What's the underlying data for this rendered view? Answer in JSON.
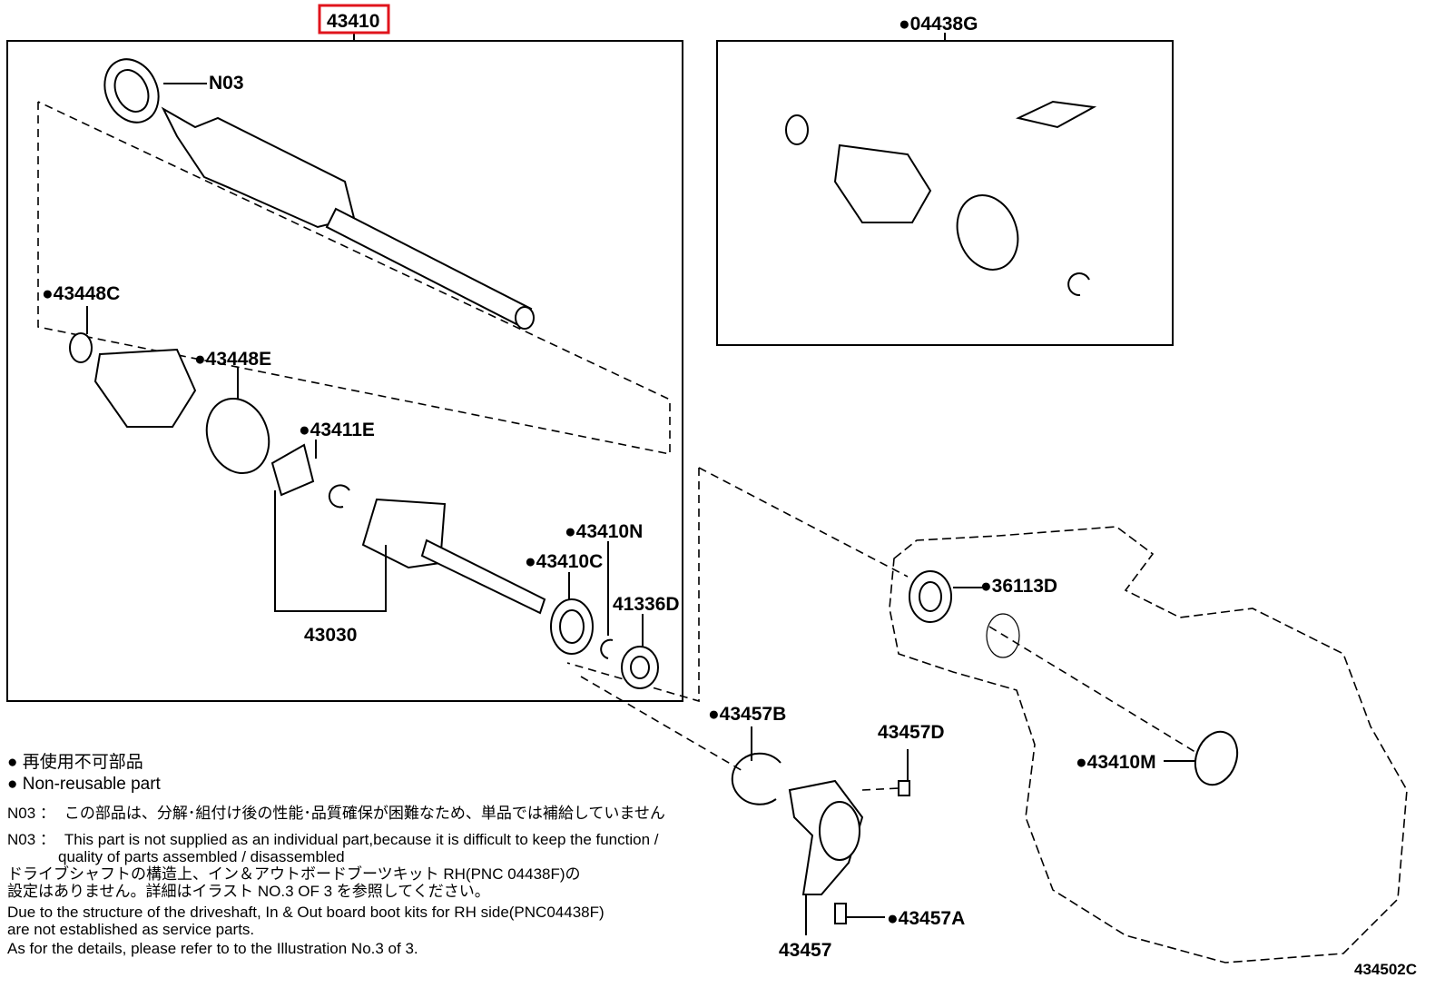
{
  "diagram": {
    "illustration_number": "434502C",
    "highlight_color": "#e0141c",
    "labels": {
      "assy": "43410",
      "n03": "N03",
      "boot_kit": "●04438G",
      "clamp_c": "●43448C",
      "clamp_e": "●43448E",
      "snap_ring_e": "●43411E",
      "inboard_joint": "43030",
      "snap_ring_n": "●43410N",
      "seal_c": "●43410C",
      "bearing": "41336D",
      "oil_seal": "●36113D",
      "ring_b": "●43457B",
      "bolt_d": "43457D",
      "seal_m": "●43410M",
      "bolt_a": "●43457A",
      "bracket": "43457"
    }
  },
  "notes": {
    "legend_jp": "● 再使用不可部品",
    "legend_en": "● Non-reusable part",
    "n03_code": "N03 ：",
    "n03_jp": "この部品は、分解･組付け後の性能･品質確保が困難なため、単品では補給していません",
    "n03_en_1": "This part is not supplied as an individual part,because it is difficult to keep the function /",
    "n03_en_2": "quality of parts assembled / disassembled",
    "rh_jp_1": "ドライブシャフトの構造上、イン＆アウトボードブーツキット RH(PNC 04438F)の",
    "rh_jp_2": "設定はありません。詳細はイラスト NO.3 OF 3 を参照してください。",
    "rh_en_1": "Due to the structure of the driveshaft, In & Out board  boot kits for RH side(PNC04438F)",
    "rh_en_2": "are not established as service parts.",
    "rh_en_3": "As for the details, please refer to to the Illustration No.3 of 3."
  }
}
